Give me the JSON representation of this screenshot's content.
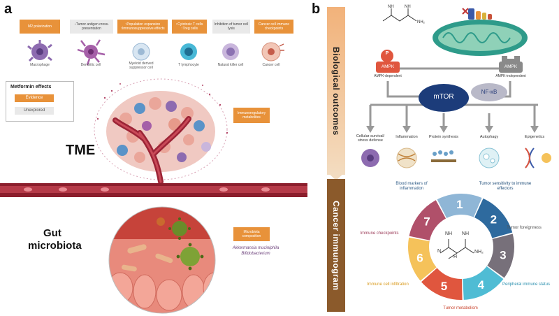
{
  "panel_a": {
    "letter": "a",
    "boxes": {
      "m2": "M2 polarization",
      "antigen": "↓Tumor antigen cross-presentation",
      "expansion": "↑Population expansion ↑Immunosuppressive effects",
      "cytotoxic": "↑Cytotoxic T cells ↑Treg cells",
      "nk": "Inhibition of tumor cell lysis",
      "checkpoint": "Cancer cell immune checkpoints"
    },
    "cells": {
      "macrophage": "Macrophage",
      "dendritic": "Dendritic cell",
      "mdsc": "Myeloid derived suppressor cell",
      "tlymph": "T lymphocyte",
      "nkcell": "Natural killer cell",
      "cancer": "Cancer cell"
    },
    "legend": {
      "title": "Metformin effects",
      "evidence": "Evidence",
      "unexplored": "Unexplored"
    },
    "immunoregulatory": "Immunoregulatory metabolites",
    "tme": "TME",
    "gut": "Gut",
    "microbiota": "microbiota",
    "microbiota_box": "Microbiota composition",
    "species1": "Akkermansia muciniphila",
    "species2": "Bifidobacterium"
  },
  "panel_b": {
    "letter": "b",
    "biological_outcomes": "Biological outcomes",
    "cancer_immunogram": "Cancer immunogram",
    "ampk_p": "P",
    "ampk1": "AMPK",
    "ampk2": "AMPK",
    "ampk_dep": "AMPK-dependent",
    "ampk_indep": "AMPK-independent",
    "mtor": "mTOR",
    "nfkb": "NF-κB",
    "outcomes": [
      "Cellular survival/ stress defense",
      "Inflammation",
      "Protein synthesis",
      "Autophagy",
      "Epigenetics"
    ],
    "immunogram": [
      {
        "num": "1",
        "label": "Blood markers of inflammation",
        "color": "#8fb6d6",
        "text_color": "#2c5a86"
      },
      {
        "num": "2",
        "label": "Tumor sensitivity to immune effectors",
        "color": "#2e6a9e",
        "text_color": "#1e4c78"
      },
      {
        "num": "3",
        "label": "Tumor foreignness",
        "color": "#77707a",
        "text_color": "#555"
      },
      {
        "num": "4",
        "label": "Peripheral immune status",
        "color": "#4fbcd4",
        "text_color": "#2a8fae"
      },
      {
        "num": "5",
        "label": "Tumor metabolism",
        "color": "#e0563e",
        "text_color": "#c9422b"
      },
      {
        "num": "6",
        "label": "Immune cell infiltration",
        "color": "#f5c25a",
        "text_color": "#d99a1c"
      },
      {
        "num": "7",
        "label": "Immune checkpoints",
        "color": "#b0506a",
        "text_color": "#9a3856"
      }
    ],
    "formula": {
      "nh1": "NH",
      "nh2": "NH",
      "n": "N",
      "h": "H",
      "nh2b": "NH₂"
    }
  }
}
